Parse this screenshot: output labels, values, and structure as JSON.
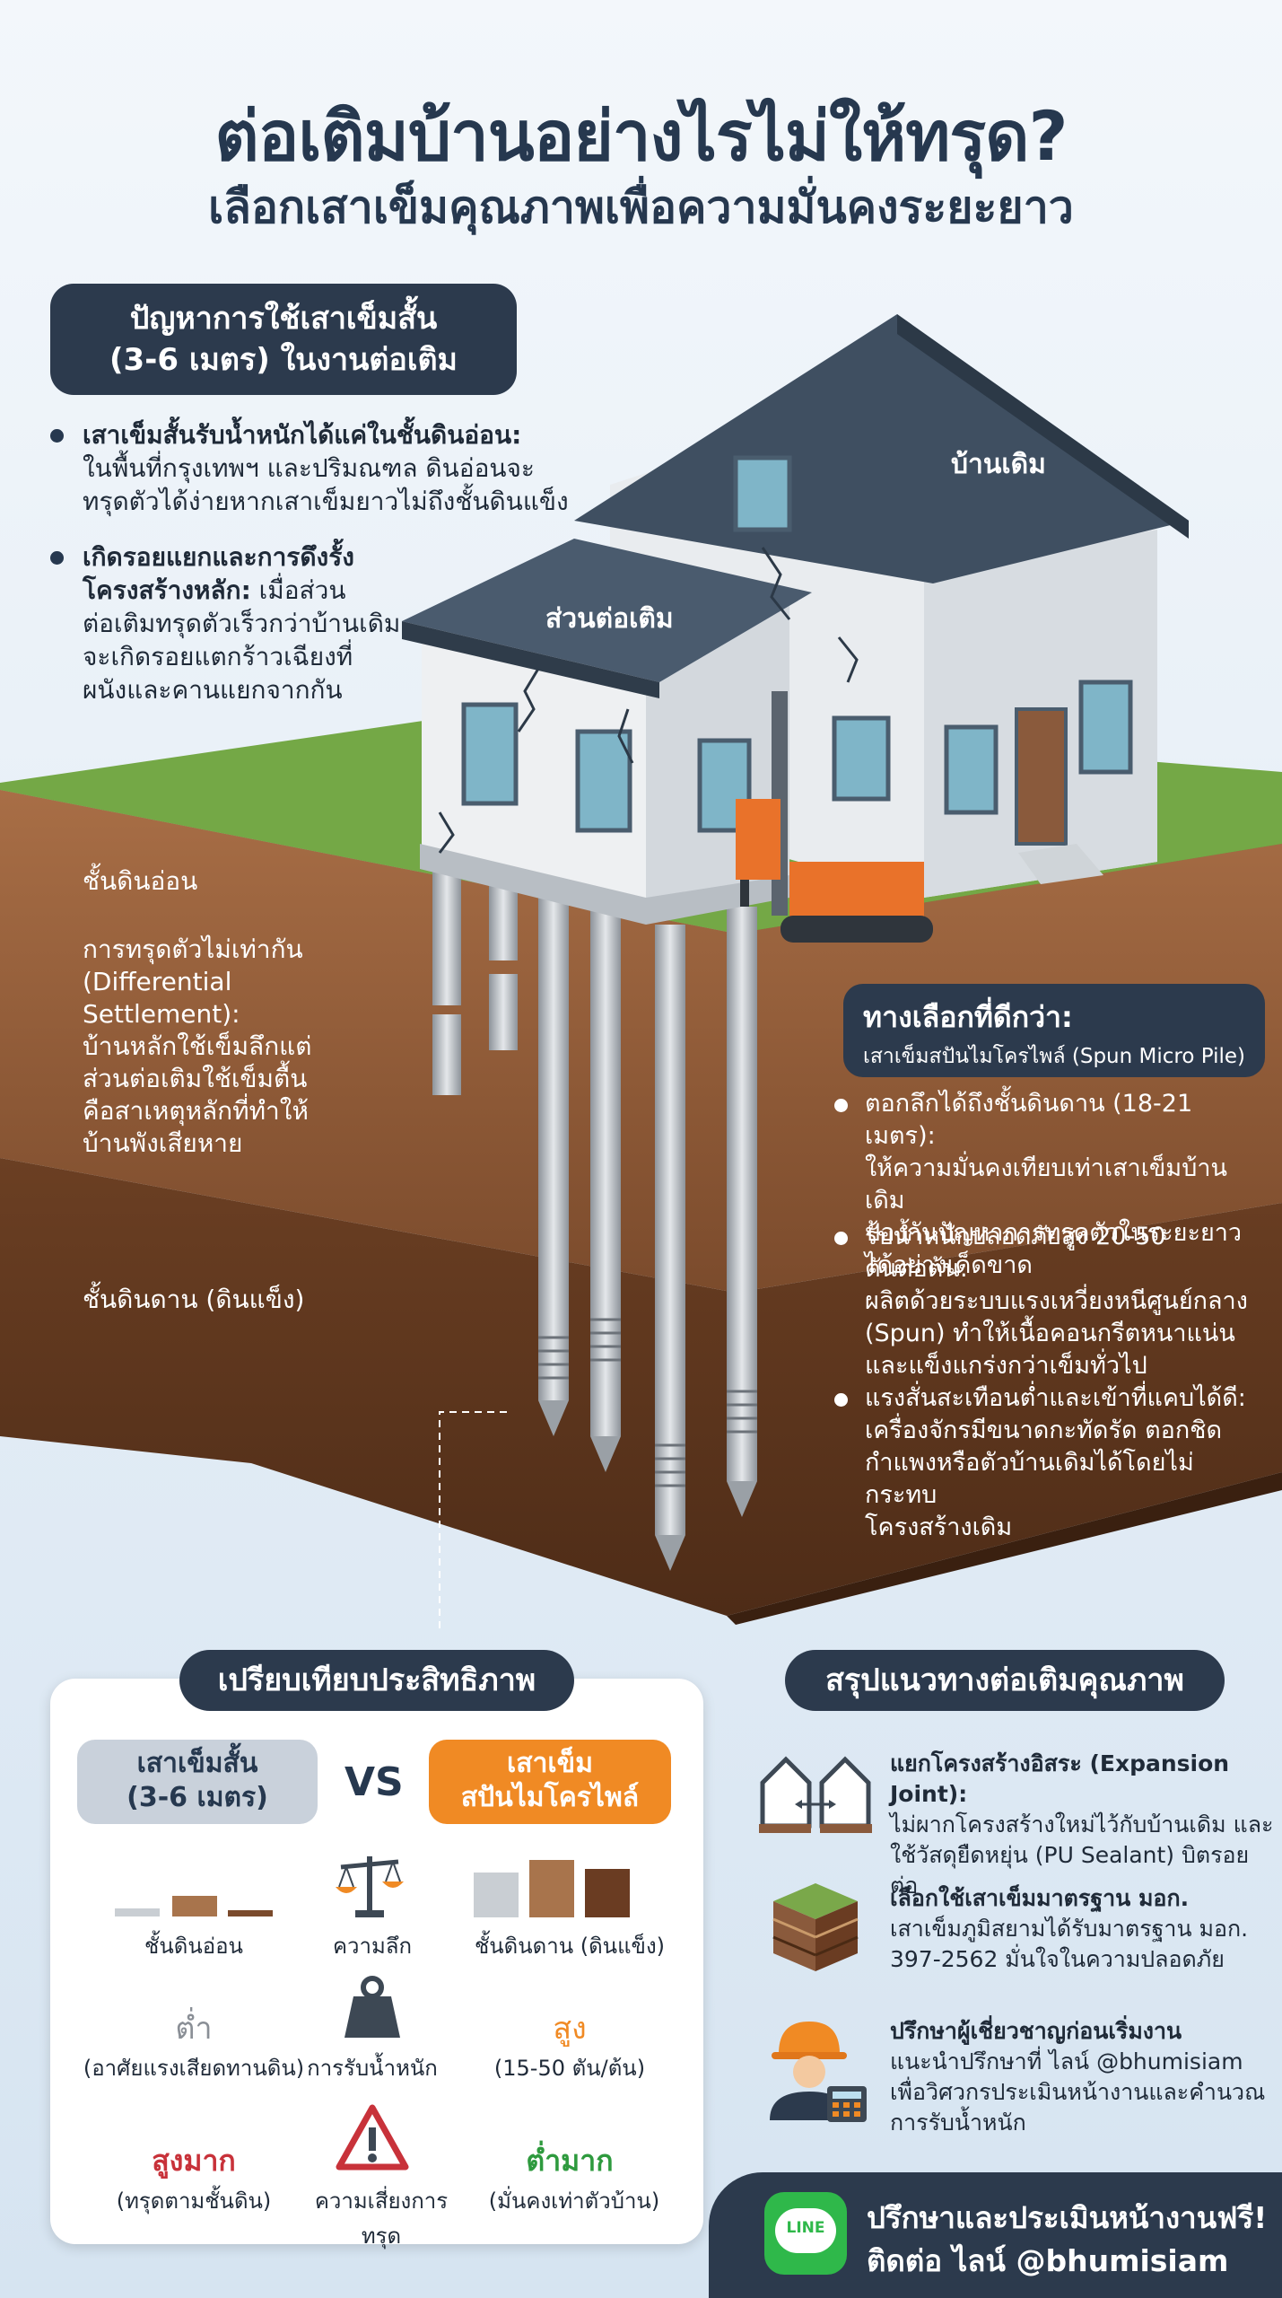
{
  "header": {
    "title": "ต่อเติมบ้านอย่างไรไม่ให้ทรุด?",
    "subtitle": "เลือกเสาเข็มคุณภาพเพื่อความมั่นคงระยะยาว"
  },
  "problem": {
    "pill_line1": "ปัญหาการใช้เสาเข็มสั้น",
    "pill_line2": "(3-6 เมตร) ในงานต่อเติม",
    "b1_head": "เสาเข็มสั้นรับน้ำหนักได้แค่ในชั้นดินอ่อน:",
    "b1_l1": "ในพื้นที่กรุงเทพฯ และปริมณฑล ดินอ่อนจะ",
    "b1_l2": "ทรุดตัวได้ง่ายหากเสาเข็มยาวไม่ถึงชั้นดินแข็ง",
    "b2_head_l1": "เกิดรอยแยกและการดึงรั้ง",
    "b2_head_l2": "โครงสร้างหลัก:",
    "b2_tail": " เมื่อส่วน",
    "b2_l3": "ต่อเติมทรุดตัวเร็วกว่าบ้านเดิม",
    "b2_l4": "จะเกิดรอยแตกร้าวเฉียงที่",
    "b2_l5": "ผนังและคานแยกจากกัน"
  },
  "house": {
    "old_label": "บ้านเดิม",
    "ext_label": "ส่วนต่อเติม"
  },
  "soil": {
    "soft_label": "ชั้นดินอ่อน",
    "diff_l1": "การทรุดตัวไม่เท่ากัน",
    "diff_l2": "(Differential Settlement):",
    "diff_l3": "บ้านหลักใช้เข็มลึกแต่",
    "diff_l4": "ส่วนต่อเติมใช้เข็มตื้น",
    "diff_l5": "คือสาเหตุหลักที่ทำให้",
    "diff_l6": "บ้านพังเสียหาย",
    "hard_label": "ชั้นดินดาน (ดินแข็ง)"
  },
  "better": {
    "title": "ทางเลือกที่ดีกว่า:",
    "subtitle": "เสาเข็มสปันไมโครไพล์ (Spun Micro Pile)",
    "p1_l1": "ตอกลึกได้ถึงชั้นดินดาน (18-21 เมตร):",
    "p1_l2": "ให้ความมั่นคงเทียบเท่าเสาเข็มบ้านเดิม",
    "p1_l3": "ป้องกันปัญหาการทรุดตัวในระยะยาว",
    "p1_l4": "ได้อย่างเด็ดขาด",
    "p2_l1": "รับน้ำหนักปลอดภัยสูง 20-50",
    "p2_l2": "ตันต่อต้น:",
    "p2_l3": "ผลิตด้วยระบบแรงเหวี่ยงหนีศูนย์กลาง",
    "p2_l4": "(Spun) ทำให้เนื้อคอนกรีตหนาแน่น",
    "p2_l5": "และแข็งแกร่งกว่าเข็มทั่วไป",
    "p3_l1": "แรงสั่นสะเทือนต่ำและเข้าที่แคบได้ดี:",
    "p3_l2": "เครื่องจักรมีขนาดกะทัดรัด ตอกชิด",
    "p3_l3": "กำแพงหรือตัวบ้านเดิมได้โดยไม่กระทบ",
    "p3_l4": "โครงสร้างเดิม"
  },
  "compare": {
    "title": "เปรียบเทียบประสิทธิภาพ",
    "left_l1": "เสาเข็มสั้น",
    "left_l2": "(3-6 เมตร)",
    "vs": "VS",
    "right_l1": "เสาเข็ม",
    "right_l2": "สปันไมโครไพล์",
    "row1_left": "ชั้นดินอ่อน",
    "row1_mid": "ความลึก",
    "row1_right": "ชั้นดินดาน (ดินแข็ง)",
    "row2_left_value": "ต่ำ",
    "row2_left_note": "(อาศัยแรงเสียดทานดิน)",
    "row2_mid": "การรับน้ำหนัก",
    "row2_right_value": "สูง",
    "row2_right_note": "(15-50 ตัน/ต้น)",
    "row3_left_value": "สูงมาก",
    "row3_left_note": "(ทรุดตามชั้นดิน)",
    "row3_mid": "ความเสี่ยงการทรุด",
    "row3_right_value": "ต่ำมาก",
    "row3_right_note": "(มั่นคงเท่าตัวบ้าน)",
    "colors": {
      "low_gray": "#8a8f96",
      "high_orange": "#f08a24",
      "bad_red": "#c8323a",
      "good_green": "#2e9a3e"
    }
  },
  "summary": {
    "title": "สรุปแนวทางต่อเติมคุณภาพ",
    "s1_head": "แยกโครงสร้างอิสระ (Expansion Joint):",
    "s1_l2": "ไม่ผากโครงสร้างใหม่ไว้กับบ้านเดิม และ",
    "s1_l3": "ใช้วัสดุยืดหยุ่น (PU Sealant) บิตรอยต่อ",
    "s2_head": "เลือกใช้เสาเข็มมาตรฐาน มอก.",
    "s2_l2": "เสาเข็มภูมิสยามได้รับมาตรฐาน มอก.",
    "s2_l3": "397-2562 มั่นใจในความปลอดภัย",
    "s3_head": "ปรึกษาผู้เชี่ยวชาญก่อนเริ่มงาน",
    "s3_l2": "แนะนำปรึกษาที่ ไลน์ @bhumisiam",
    "s3_l3": "เพื่อวิศวกรประเมินหน้างานและคำนวณ",
    "s3_l4": "การรับน้ำหนัก"
  },
  "footer": {
    "line_badge": "LINE",
    "cta_l1": "ปรึกษาและประเมินหน้างานฟรี!",
    "cta_l2": "ติดต่อ ไลน์ @bhumisiam"
  },
  "icons": [
    "scale-icon",
    "weight-icon",
    "warning-icon",
    "expansion-joint-icon",
    "soil-layers-icon",
    "engineer-icon",
    "line-logo-icon"
  ]
}
